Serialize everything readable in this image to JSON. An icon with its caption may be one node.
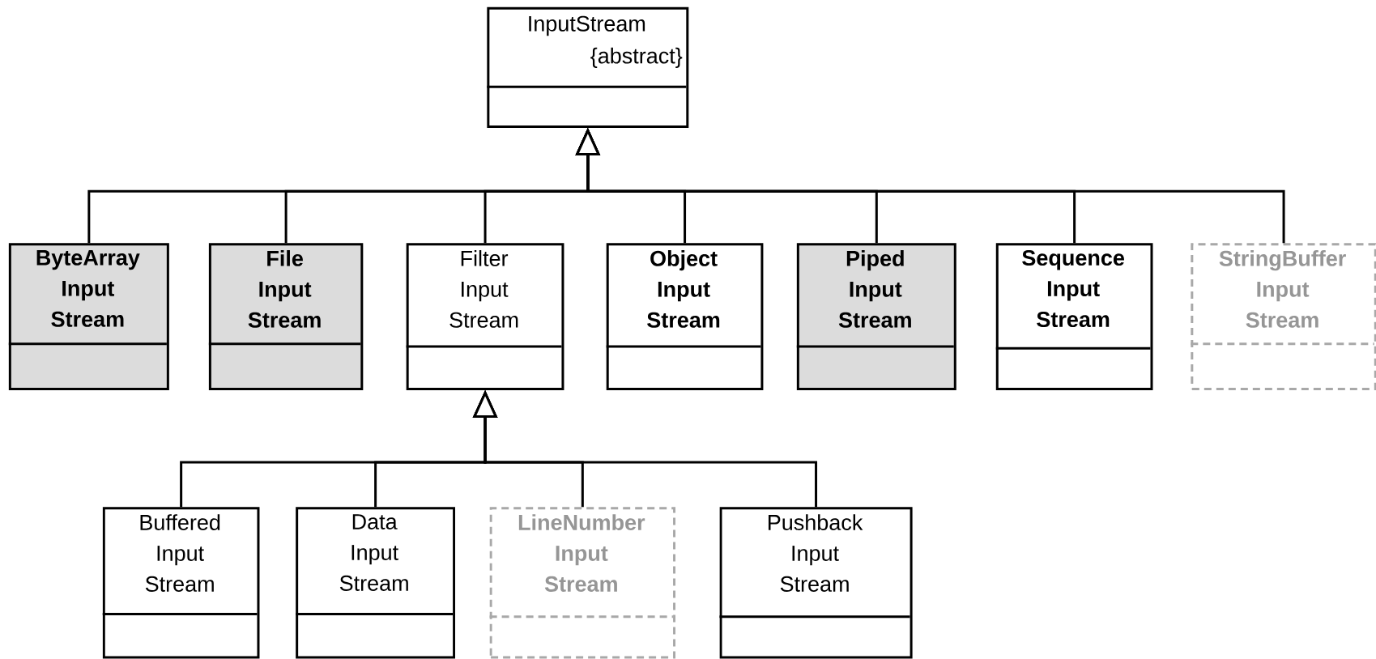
{
  "diagram": {
    "nodes": [
      {
        "text": [
          "InputStream",
          "{abstract}"
        ]
      },
      {
        "text": [
          "ByteArray Input Stream"
        ]
      },
      {
        "text": [
          "File Input Stream"
        ]
      },
      {
        "text": [
          "Filter Input Stream"
        ]
      },
      {
        "text": [
          "Object Input Stream"
        ]
      },
      {
        "text": [
          "Piped Input Stream"
        ]
      },
      {
        "text": [
          "Sequence Input Stream"
        ]
      },
      {
        "text": [
          "StringBuffer Input Stream"
        ]
      },
      {
        "text": [
          "Buffered Input Stream"
        ]
      },
      {
        "text": [
          "Data Input Stream"
        ]
      },
      {
        "text": [
          "LineNumber Input Stream"
        ]
      },
      {
        "text": [
          "Pushback Input Stream"
        ]
      }
    ],
    "edges": [
      {
        "from": 1,
        "to": 0,
        "arrow": "to"
      },
      {
        "from": 2,
        "to": 0,
        "arrow": "to"
      },
      {
        "from": 3,
        "to": 0,
        "arrow": "to"
      },
      {
        "from": 4,
        "to": 0,
        "arrow": "to"
      },
      {
        "from": 5,
        "to": 0,
        "arrow": "to"
      },
      {
        "from": 6,
        "to": 0,
        "arrow": "to"
      },
      {
        "from": 7,
        "to": 0,
        "arrow": "to"
      },
      {
        "from": 8,
        "to": 3,
        "arrow": "to"
      },
      {
        "from": 9,
        "to": 3,
        "arrow": "to"
      },
      {
        "from": 10,
        "to": 3,
        "arrow": "to"
      },
      {
        "from": 11,
        "to": 3,
        "arrow": "to"
      }
    ]
  }
}
